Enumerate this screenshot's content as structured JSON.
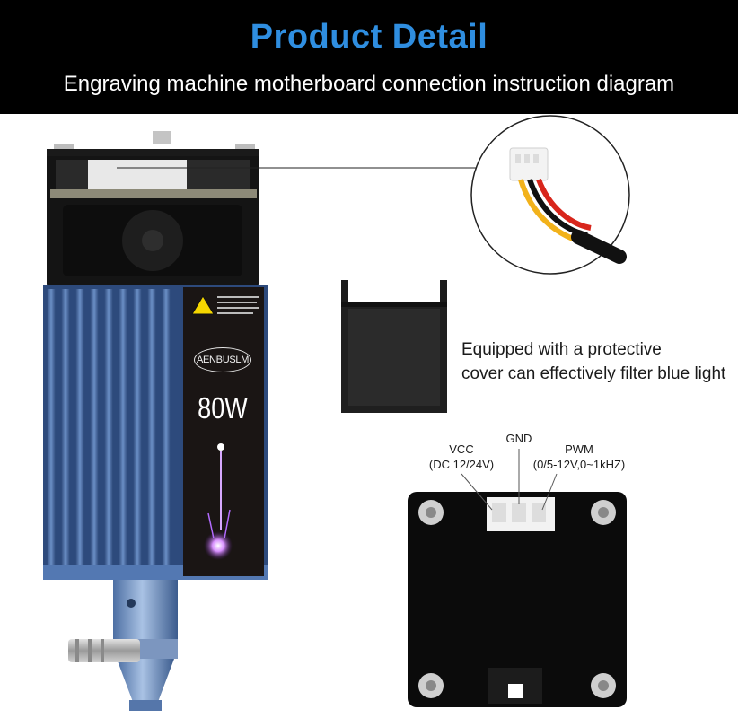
{
  "header": {
    "title": "Product Detail",
    "subtitle": "Engraving machine motherboard connection instruction diagram"
  },
  "product": {
    "brand": "AENBUSLM",
    "power": "80W"
  },
  "cover": {
    "caption_line1": "Equipped with a protective",
    "caption_line2": "cover can effectively filter blue light"
  },
  "connector": {
    "vcc_label": "VCC",
    "vcc_detail": "(DC 12/24V)",
    "gnd_label": "GND",
    "pwm_label": "PWM",
    "pwm_detail": "(0/5-12V,0~1kHZ)"
  },
  "colors": {
    "title_blue": "#2f8ee0",
    "heatsink_blue": "#3d5d93",
    "wire_red": "#d8261c",
    "wire_yellow": "#f2b21b"
  }
}
